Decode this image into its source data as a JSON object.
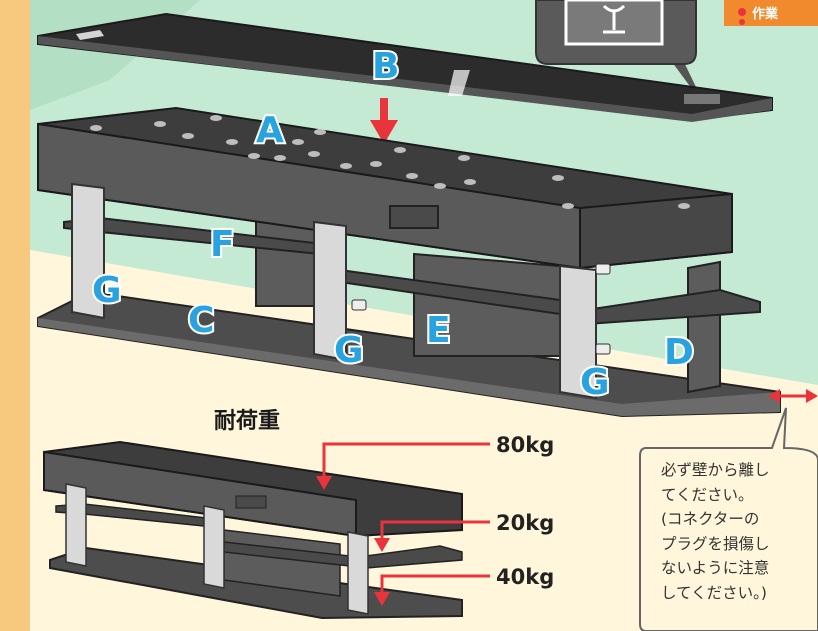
{
  "labels": {
    "a": "A",
    "b": "B",
    "c": "C",
    "d": "D",
    "e": "E",
    "f": "F",
    "g1": "G",
    "g2": "G",
    "g3": "G"
  },
  "load_section": {
    "title": "耐荷重",
    "top_load": "80kg",
    "middle_load": "20kg",
    "bottom_load": "40kg"
  },
  "callout_note": "必ず壁から離し\nてください。\n(コネクターの\nプラグを損傷し\nないように注意\nしてください。)",
  "work_tag": "作業",
  "colors": {
    "panel_dark": "#4d4d4d",
    "panel_face": "#5a5a5a",
    "panel_top": "#3d3d3d",
    "post": "#d9d9d9",
    "label_blue": "#29a3df",
    "arrow_red": "#e8343a",
    "wall_green": "#c5ead4",
    "floor_cream": "#fff6dc",
    "tag_orange": "#f08a2c",
    "callout_bg": "#fff6dc"
  },
  "icons": [
    "glass-icon",
    "down-arrow-icon",
    "double-arrow-icon",
    "exclamation-icon"
  ]
}
